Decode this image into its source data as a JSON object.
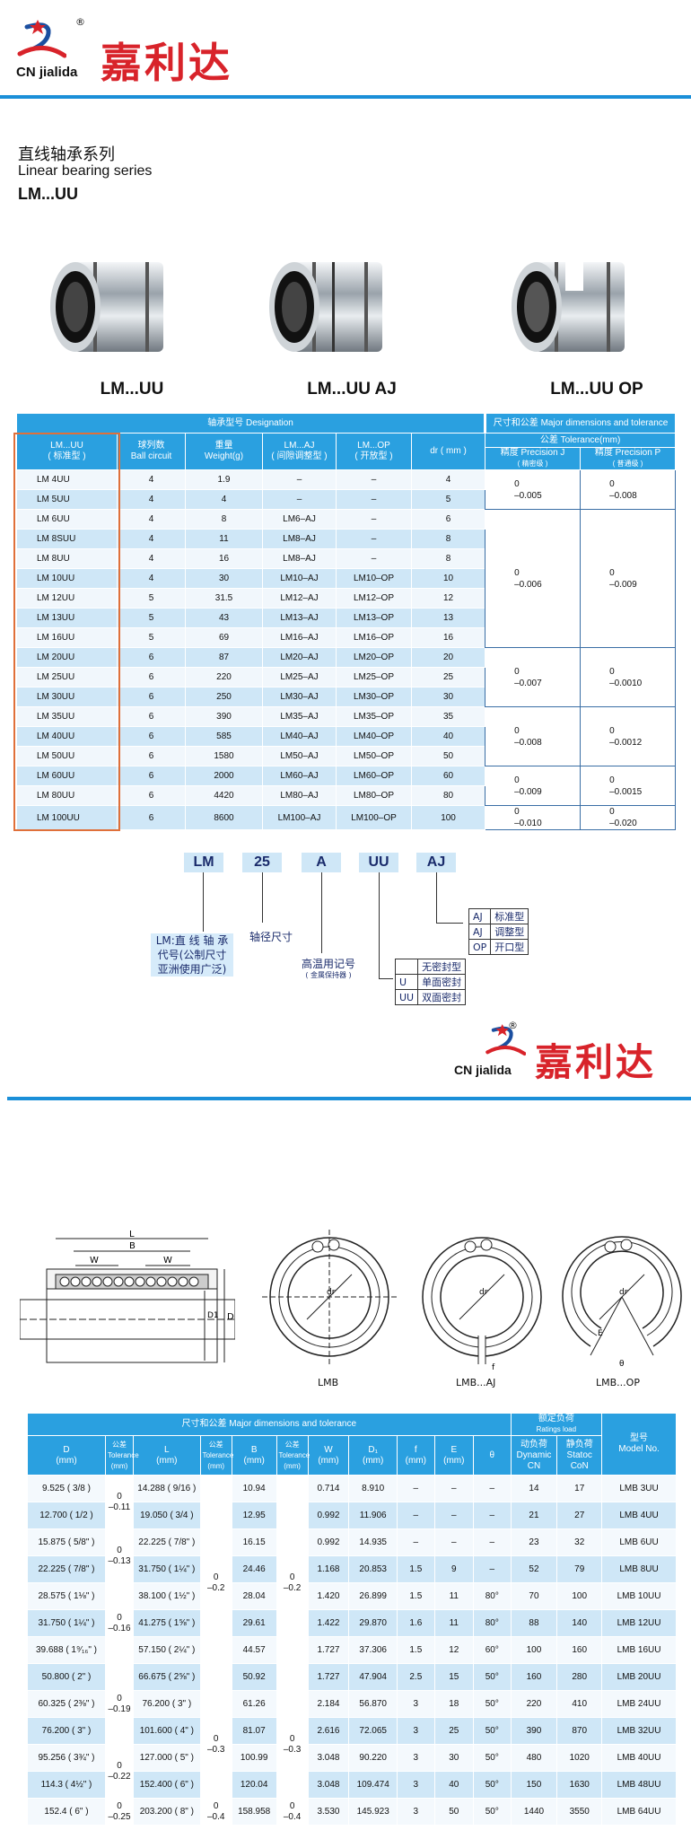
{
  "brand": {
    "cn": "嘉利达",
    "en": "CN jialida",
    "mark": "®"
  },
  "title": {
    "cn": "直线轴承系列",
    "en": "Linear bearing series",
    "model": "LM...UU"
  },
  "products": [
    "LM...UU",
    "LM...UU AJ",
    "LM...UU OP"
  ],
  "table1": {
    "h_designation": "轴承型号 Designation",
    "h_major": "尺寸和公差 Major dimensions and tolerance",
    "h_lm": "LM...UU",
    "h_lm_sub": "( 标准型 )",
    "h_ball": "球列数",
    "h_ball_en": "Ball circuit",
    "h_weight": "重量",
    "h_weight_en": "Weight(g)",
    "h_aj": "LM...AJ",
    "h_aj_sub": "( 间隙调整型 )",
    "h_op": "LM...OP",
    "h_op_sub": "( 开放型 )",
    "h_dr": "dr ( mm )",
    "h_tol": "公差 Tolerance(mm)",
    "h_precj": "精度 Precision J",
    "h_precj_sub": "( 精密级 )",
    "h_precp": "精度 Precision P",
    "h_precp_sub": "( 普通级 )",
    "rows": [
      [
        "LM 4UU",
        "4",
        "1.9",
        "–",
        "–",
        "4"
      ],
      [
        "LM 5UU",
        "4",
        "4",
        "–",
        "–",
        "5"
      ],
      [
        "LM 6UU",
        "4",
        "8",
        "LM6–AJ",
        "–",
        "6"
      ],
      [
        "LM 8SUU",
        "4",
        "11",
        "LM8–AJ",
        "–",
        "8"
      ],
      [
        "LM 8UU",
        "4",
        "16",
        "LM8–AJ",
        "–",
        "8"
      ],
      [
        "LM 10UU",
        "4",
        "30",
        "LM10–AJ",
        "LM10–OP",
        "10"
      ],
      [
        "LM 12UU",
        "5",
        "31.5",
        "LM12–AJ",
        "LM12–OP",
        "12"
      ],
      [
        "LM 13UU",
        "5",
        "43",
        "LM13–AJ",
        "LM13–OP",
        "13"
      ],
      [
        "LM 16UU",
        "5",
        "69",
        "LM16–AJ",
        "LM16–OP",
        "16"
      ],
      [
        "LM 20UU",
        "6",
        "87",
        "LM20–AJ",
        "LM20–OP",
        "20"
      ],
      [
        "LM 25UU",
        "6",
        "220",
        "LM25–AJ",
        "LM25–OP",
        "25"
      ],
      [
        "LM 30UU",
        "6",
        "250",
        "LM30–AJ",
        "LM30–OP",
        "30"
      ],
      [
        "LM 35UU",
        "6",
        "390",
        "LM35–AJ",
        "LM35–OP",
        "35"
      ],
      [
        "LM 40UU",
        "6",
        "585",
        "LM40–AJ",
        "LM40–OP",
        "40"
      ],
      [
        "LM 50UU",
        "6",
        "1580",
        "LM50–AJ",
        "LM50–OP",
        "50"
      ],
      [
        "LM 60UU",
        "6",
        "2000",
        "LM60–AJ",
        "LM60–OP",
        "60"
      ],
      [
        "LM 80UU",
        "6",
        "4420",
        "LM80–AJ",
        "LM80–OP",
        "80"
      ],
      [
        "LM 100UU",
        "6",
        "8600",
        "LM100–AJ",
        "LM100–OP",
        "100"
      ]
    ],
    "tol": [
      {
        "span": 2,
        "j": [
          "0",
          "–0.005"
        ],
        "p": [
          "0",
          "–0.008"
        ]
      },
      {
        "span": 7,
        "j": [
          "0",
          "–0.006"
        ],
        "p": [
          "0",
          "–0.009"
        ]
      },
      {
        "span": 3,
        "j": [
          "0",
          "–0.007"
        ],
        "p": [
          "0",
          "–0.0010"
        ]
      },
      {
        "span": 3,
        "j": [
          "0",
          "–0.008"
        ],
        "p": [
          "0",
          "–0.0012"
        ]
      },
      {
        "span": 2,
        "j": [
          "0",
          "–0.009"
        ],
        "p": [
          "0",
          "–0.0015"
        ]
      },
      {
        "span": 1,
        "j": [
          "0",
          "–0.010"
        ],
        "p": [
          "0",
          "–0.020"
        ]
      }
    ]
  },
  "code": {
    "parts": [
      "LM",
      "25",
      "A",
      "UU",
      "AJ"
    ],
    "lm_desc": "LM:直 线 轴 承 代号(公制尺寸 亚洲使用广泛)",
    "size_desc": "轴径尺寸",
    "a_desc": "高温用记号",
    "a_sub": "( 金属保持器 )",
    "aj": [
      [
        "AJ",
        "标准型"
      ],
      [
        "AJ",
        "调整型"
      ],
      [
        "OP",
        "开口型"
      ]
    ],
    "seal": [
      [
        "",
        "无密封型"
      ],
      [
        "U",
        "单面密封"
      ],
      [
        "UU",
        "双面密封"
      ]
    ]
  },
  "diagram": {
    "l": "L",
    "b": "B",
    "w": "W",
    "d1": "D1",
    "d": "D",
    "dr": "dr",
    "f": "f",
    "e": "E",
    "theta": "θ",
    "cap1": "LMB",
    "cap2": "LMB...AJ",
    "cap3": "LMB...OP"
  },
  "table2": {
    "h_major": "尺寸和公差  Major dimensions and tolerance",
    "h_rating": "额定负荷",
    "h_rating_en": "Ratings load",
    "h_d": "D",
    "h_d_u": "(mm)",
    "h_tol": "公差",
    "h_tol_en": "Tolerance",
    "h_tol_u": "(mm)",
    "h_l": "L",
    "h_l_u": "(mm)",
    "h_b": "B",
    "h_b_u": "(mm)",
    "h_w": "W",
    "h_w_u": "(mm)",
    "h_d1": "D₁",
    "h_d1_u": "(mm)",
    "h_f": "f",
    "h_f_u": "(mm)",
    "h_e": "E",
    "h_e_u": "(mm)",
    "h_theta": "θ",
    "h_dyn": "动负荷",
    "h_dyn_en": "Dynamic",
    "h_dyn_u": "CN",
    "h_sta": "静负荷",
    "h_sta_en": "Statoc",
    "h_sta_u": "CoN",
    "h_model": "型号",
    "h_model_en": "Model No.",
    "rows": [
      [
        "9.525 ( 3/8 )",
        "14.288 ( 9/16 )",
        "10.94",
        "0.714",
        "8.910",
        "–",
        "–",
        "–",
        "14",
        "17",
        "LMB 3UU"
      ],
      [
        "12.700 ( 1/2 )",
        "19.050 ( 3/4 )",
        "12.95",
        "0.992",
        "11.906",
        "–",
        "–",
        "–",
        "21",
        "27",
        "LMB 4UU"
      ],
      [
        "15.875 ( 5/8\" )",
        "22.225 ( 7/8\" )",
        "16.15",
        "0.992",
        "14.935",
        "–",
        "–",
        "–",
        "23",
        "32",
        "LMB 6UU"
      ],
      [
        "22.225 ( 7/8\" )",
        "31.750 ( 1¼\" )",
        "24.46",
        "1.168",
        "20.853",
        "1.5",
        "9",
        "–",
        "52",
        "79",
        "LMB 8UU"
      ],
      [
        "28.575 ( 1⅛\" )",
        "38.100 ( 1½\" )",
        "28.04",
        "1.420",
        "26.899",
        "1.5",
        "11",
        "80°",
        "70",
        "100",
        "LMB 10UU"
      ],
      [
        "31.750 ( 1¼\" )",
        "41.275 ( 1⅝\" )",
        "29.61",
        "1.422",
        "29.870",
        "1.6",
        "11",
        "80°",
        "88",
        "140",
        "LMB 12UU"
      ],
      [
        "39.688 ( 1⁹⁄₁₆\" )",
        "57.150 ( 2¼\" )",
        "44.57",
        "1.727",
        "37.306",
        "1.5",
        "12",
        "60°",
        "100",
        "160",
        "LMB 16UU"
      ],
      [
        "50.800 ( 2\" )",
        "66.675 ( 2⅝\" )",
        "50.92",
        "1.727",
        "47.904",
        "2.5",
        "15",
        "50°",
        "160",
        "280",
        "LMB 20UU"
      ],
      [
        "60.325 ( 2⅜\" )",
        "76.200 ( 3\" )",
        "61.26",
        "2.184",
        "56.870",
        "3",
        "18",
        "50°",
        "220",
        "410",
        "LMB 24UU"
      ],
      [
        "76.200 ( 3\" )",
        "101.600 ( 4\" )",
        "81.07",
        "2.616",
        "72.065",
        "3",
        "25",
        "50°",
        "390",
        "870",
        "LMB 32UU"
      ],
      [
        "95.256 ( 3¾\" )",
        "127.000 ( 5\" )",
        "100.99",
        "3.048",
        "90.220",
        "3",
        "30",
        "50°",
        "480",
        "1020",
        "LMB 40UU"
      ],
      [
        "114.3 ( 4½\" )",
        "152.400 ( 6\" )",
        "120.04",
        "3.048",
        "109.474",
        "3",
        "40",
        "50°",
        "150",
        "1630",
        "LMB 48UU"
      ],
      [
        "152.4 ( 6\" )",
        "203.200 ( 8\" )",
        "158.958",
        "3.530",
        "145.923",
        "3",
        "50",
        "50°",
        "1440",
        "3550",
        "LMB 64UU"
      ]
    ],
    "tol_d": [
      {
        "span": 2,
        "v": [
          "0",
          "–0.11"
        ]
      },
      {
        "span": 2,
        "v": [
          "0",
          "–0.13"
        ]
      },
      {
        "span": 3,
        "v": [
          "0",
          "–0.16"
        ]
      },
      {
        "span": 3,
        "v": [
          "0",
          "–0.19"
        ]
      },
      {
        "span": 2,
        "v": [
          "0",
          "–0.22"
        ]
      },
      {
        "span": 1,
        "v": [
          "0",
          "–0.25"
        ]
      }
    ],
    "tol_l": [
      {
        "span": 8,
        "v": [
          "0",
          "–0.2"
        ]
      },
      {
        "span": 4,
        "v": [
          "0",
          "–0.3"
        ]
      },
      {
        "span": 1,
        "v": [
          "0",
          "–0.4"
        ]
      }
    ],
    "tol_b": [
      {
        "span": 8,
        "v": [
          "0",
          "–0.2"
        ]
      },
      {
        "span": 4,
        "v": [
          "0",
          "–0.3"
        ]
      },
      {
        "span": 1,
        "v": [
          "0",
          "–0.4"
        ]
      }
    ]
  },
  "colors": {
    "brand_red": "#d8232a",
    "accent_blue": "#1b8fd8",
    "header_blue": "#2aa0e0",
    "highlight_orange": "#e0703a"
  }
}
